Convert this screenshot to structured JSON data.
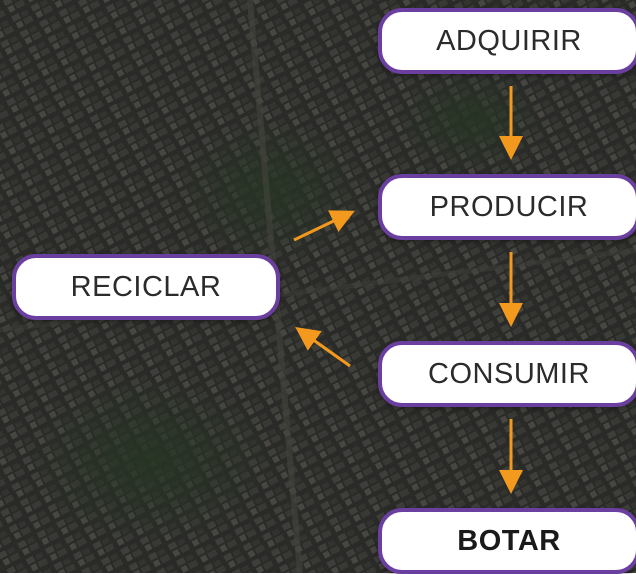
{
  "nodes": {
    "adquirir": "ADQUIRIR",
    "producir": "PRODUCIR",
    "consumir": "CONSUMIR",
    "botar": "BOTAR",
    "reciclar": "RECICLAR"
  },
  "colors": {
    "node_border": "#6b3fa0",
    "node_fill": "#ffffff",
    "arrow": "#f39a1e",
    "background": "#2d2f2a"
  }
}
